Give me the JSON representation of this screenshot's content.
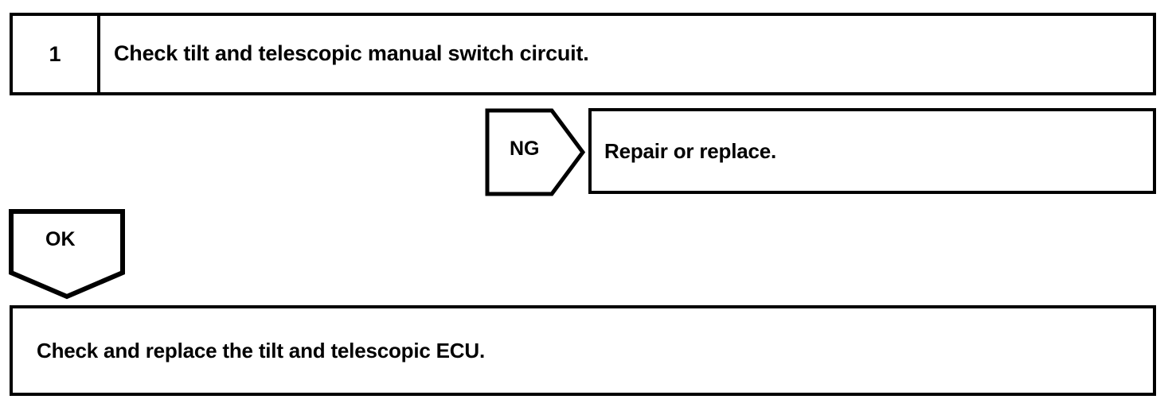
{
  "document": {
    "kind": "troubleshooting-flowchart",
    "title": "Tilt and telescopic troubleshooting step 1"
  },
  "colors": {
    "stroke": "#000000",
    "fill": "#ffffff",
    "text": "#000000"
  },
  "step": {
    "number": "1",
    "text": "Check tilt and telescopic manual switch circuit."
  },
  "branches": {
    "ng": {
      "label": "NG",
      "shape": "right-pentagon-arrow",
      "result": "Repair or replace."
    },
    "ok": {
      "label": "OK",
      "shape": "down-pentagon-arrow",
      "result": "Check and replace the tilt and telescopic ECU."
    }
  }
}
